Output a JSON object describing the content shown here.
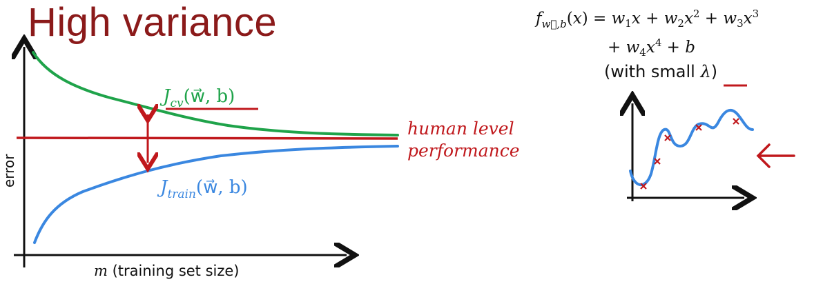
{
  "title": "High variance",
  "left_plot": {
    "y_axis_label": "error",
    "x_axis_label_var": "m",
    "x_axis_label_rest": " (training set size)",
    "cv_curve_label": "J",
    "cv_curve_sub": "cv",
    "cv_curve_args": "(w⃗, b)",
    "train_curve_label": "J",
    "train_curve_sub": "train",
    "train_curve_args": "(w⃗, b)",
    "baseline_label_line1": "human level",
    "baseline_label_line2": "performance"
  },
  "right_plot": {
    "formula_line1": "f w⃗,b(x) = w₁x + w₂x² + w₃x³",
    "formula_line2": "+ w₄x⁴ + b",
    "formula_line3": "(with small λ)",
    "pointer": "←"
  },
  "colors": {
    "title": "#8b1a1a",
    "cv": "#1fa34a",
    "train": "#3a87e0",
    "baseline": "#c0181c",
    "axes": "#111111"
  }
}
